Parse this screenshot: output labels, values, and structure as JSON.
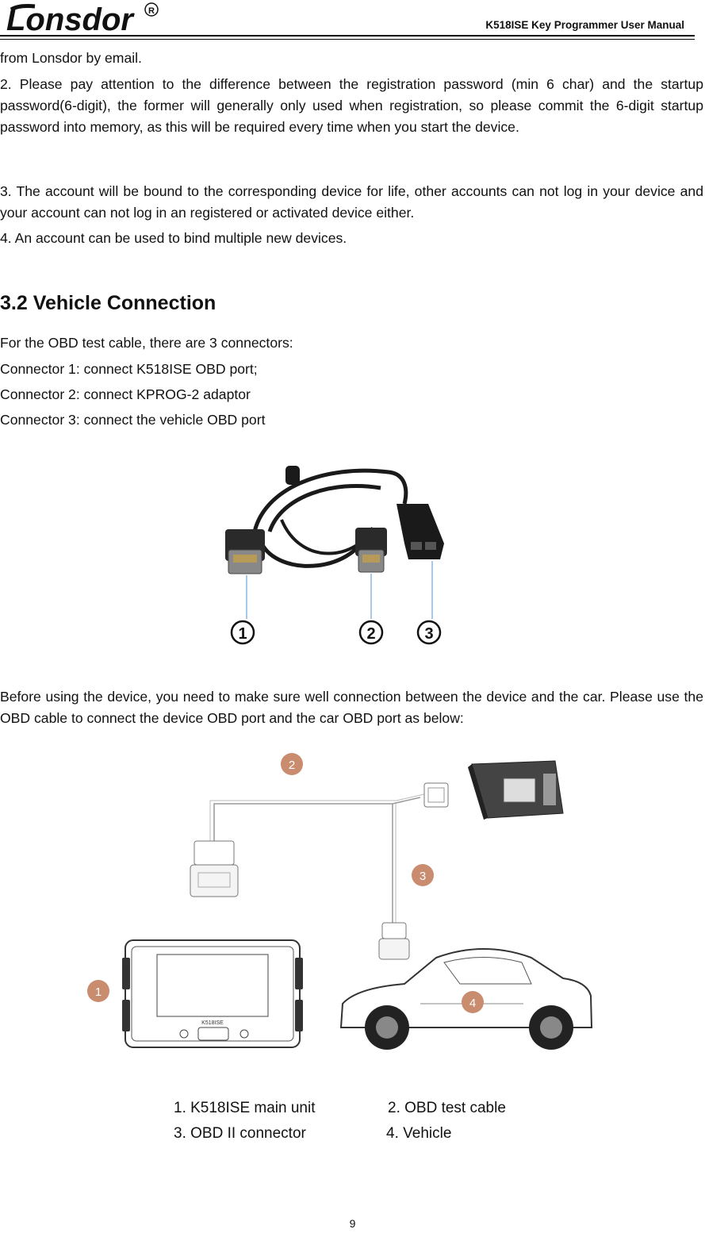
{
  "header": {
    "logo_text": "Lonsdor",
    "title": "K518ISE Key Programmer User Manual"
  },
  "body": {
    "p0": "from Lonsdor by email.",
    "p2": "2. Please pay attention to the difference between the registration password (min 6 char) and the startup password(6-digit), the former will generally only used when registration, so please commit the 6-digit startup password into memory, as this will be required every time when you start the device.",
    "p3": "3. The account will be bound to the corresponding device for life, other accounts can not log in your device and your account can not log in an registered or activated device either.",
    "p4": "4. An account can be used to bind multiple new devices."
  },
  "section": {
    "heading": "3.2 Vehicle Connection",
    "intro": "For the OBD test cable, there are 3 connectors:",
    "c1": "Connector 1: connect K518ISE OBD port;",
    "c2": "Connector 2: connect KPROG-2 adaptor",
    "c3": "Connector 3: connect the vehicle OBD port",
    "before": "Before using the device, you need to make sure well connection between the device and the car. Please use the OBD cable to connect the device OBD port and the car OBD port as below:"
  },
  "figure1": {
    "labels": [
      "1",
      "2",
      "3"
    ]
  },
  "figure2": {
    "badges": [
      "1",
      "2",
      "3",
      "4"
    ],
    "device_label": "K518ISE",
    "captions": {
      "item1": "1. K518ISE main unit",
      "item2": "2. OBD test cable",
      "item3": "3. OBD II connector",
      "item4": "4. Vehicle"
    }
  },
  "footer": {
    "page_number": "9"
  }
}
